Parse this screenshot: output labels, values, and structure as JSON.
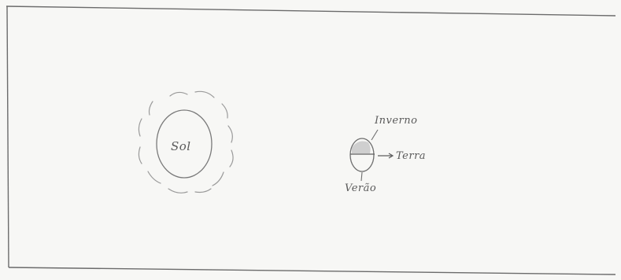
{
  "labels": {
    "sun": "Sol",
    "winter": "Inverno",
    "earth": "Terra",
    "summer": "Verão"
  }
}
